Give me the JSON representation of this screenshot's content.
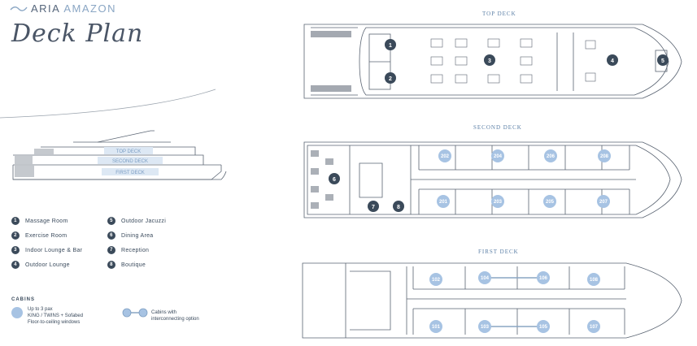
{
  "brand": {
    "name_a": "ARIA",
    "name_b": "AMAZON"
  },
  "heading": "Deck Plan",
  "profile_labels": {
    "top": "TOP DECK",
    "second": "SECOND DECK",
    "first": "FIRST DECK"
  },
  "decks": {
    "top": "TOP DECK",
    "second": "SECOND DECK",
    "first": "FIRST DECK"
  },
  "legend": [
    {
      "num": "1",
      "label": "Massage Room"
    },
    {
      "num": "2",
      "label": "Exercise Room"
    },
    {
      "num": "3",
      "label": "Indoor Lounge & Bar"
    },
    {
      "num": "4",
      "label": "Outdoor Lounge"
    },
    {
      "num": "5",
      "label": "Outdoor Jacuzzi"
    },
    {
      "num": "6",
      "label": "Dining Area"
    },
    {
      "num": "7",
      "label": "Reception"
    },
    {
      "num": "8",
      "label": "Boutique"
    }
  ],
  "cabins": {
    "title": "CABINS",
    "note1_line1": "Up to 3 pax",
    "note1_line2": "KING / TWINS + Sofabed",
    "note1_line3": "Floor-to-ceiling windows",
    "note2_line1": "Cabins with",
    "note2_line2": "interconnecting option"
  },
  "markers": {
    "m1": "1",
    "m2": "2",
    "m3": "3",
    "m4": "4",
    "m5": "5",
    "m6": "6",
    "m7": "7",
    "m8": "8"
  },
  "cabin_numbers": {
    "c202": "202",
    "c204": "204",
    "c206": "206",
    "c208": "208",
    "c201": "201",
    "c203": "203",
    "c205": "205",
    "c207": "207",
    "c102": "102",
    "c104": "104",
    "c106": "106",
    "c108": "108",
    "c101": "101",
    "c103": "103",
    "c105": "105",
    "c107": "107"
  },
  "colors": {
    "accent": "#a7c3e3",
    "marker": "#3b4a5a",
    "line": "#5a6472"
  }
}
